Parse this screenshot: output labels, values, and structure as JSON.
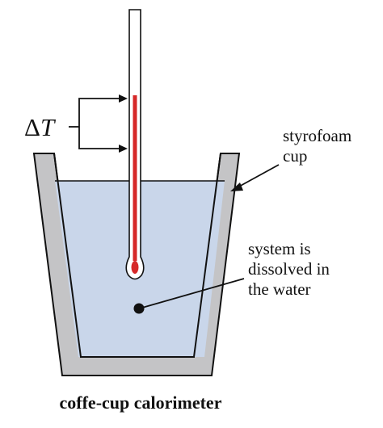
{
  "labels": {
    "delta_symbol": "Δ",
    "delta_var": "T",
    "styrofoam_line1": "styrofoam",
    "styrofoam_line2": "cup",
    "system_line1": "system is",
    "system_line2": "dissolved in",
    "system_line3": "the water",
    "caption": "coffe-cup calorimeter"
  },
  "colors": {
    "cup_wall": "#c4c4c6",
    "water": "#c9d6ea",
    "mercury": "#d62828",
    "thermometer": "#ffffff",
    "outline": "#111111"
  }
}
